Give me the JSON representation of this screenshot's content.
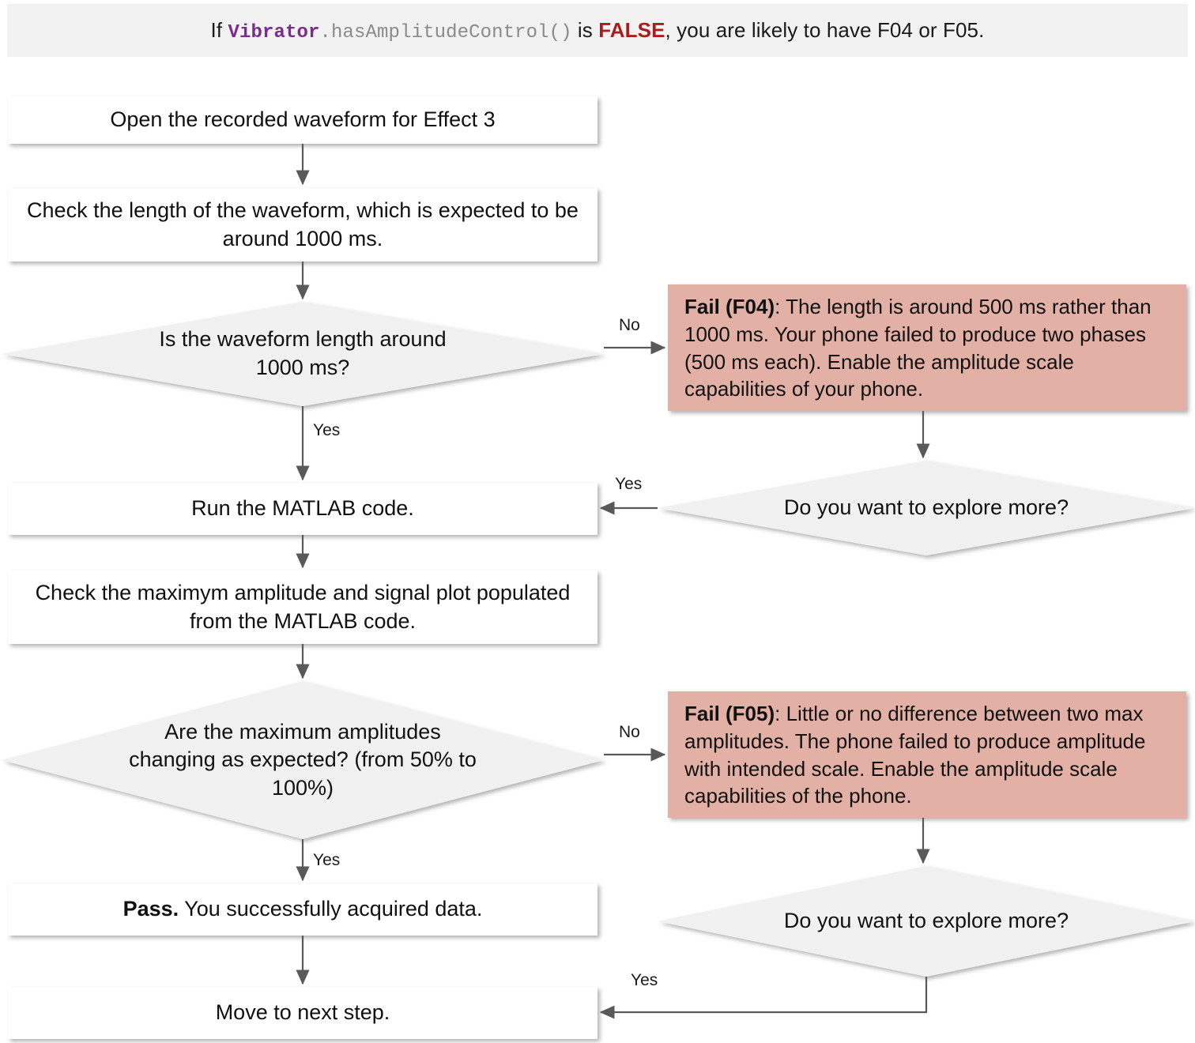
{
  "header": {
    "prefix": "If ",
    "code_class": "Vibrator",
    "code_method": ".hasAmplitudeControl()",
    "mid": " is ",
    "keyword": "FALSE",
    "suffix": ", you are likely to have F04 or F05."
  },
  "colors": {
    "header_band": "#f2f2f2",
    "process_fill": "#ffffff",
    "decision_fill": "#f1f1f1",
    "fail_fill": "#e3b0a5",
    "edge": "#595959",
    "text": "#111111",
    "code_class": "#7b2d8e",
    "code_method": "#8a8a8a",
    "keyword_false": "#a61e1e"
  },
  "nodes": {
    "open_waveform": "Open the recorded waveform for Effect 3",
    "check_length": "Check the length of the waveform, which is expected to be around 1000 ms.",
    "decision_length": "Is the waveform length around 1000 ms?",
    "fail_f04_bold": "Fail (F04)",
    "fail_f04_rest": ": The length is around 500 ms rather than 1000 ms. Your phone failed to produce two phases (500 ms each). Enable the amplitude scale capabilities of your phone.",
    "explore_more_top": "Do you want to explore more?",
    "run_matlab": "Run the MATLAB code.",
    "check_amplitude": "Check the maximym amplitude and signal plot populated from the MATLAB code.",
    "decision_amplitude": "Are the maximum amplitudes changing as expected? (from 50% to 100%)",
    "fail_f05_bold": "Fail (F05)",
    "fail_f05_rest": ": Little or no difference between two max amplitudes. The phone failed to produce amplitude with intended scale. Enable the amplitude scale capabilities of the phone.",
    "explore_more_bottom": "Do you want to explore more?",
    "pass_bold": "Pass.",
    "pass_rest": " You successfully acquired data.",
    "move_next": "Move to next step."
  },
  "edge_labels": {
    "length_no": "No",
    "length_yes": "Yes",
    "explore_top_yes": "Yes",
    "amp_no": "No",
    "amp_yes": "Yes",
    "explore_bottom_yes": "Yes"
  }
}
